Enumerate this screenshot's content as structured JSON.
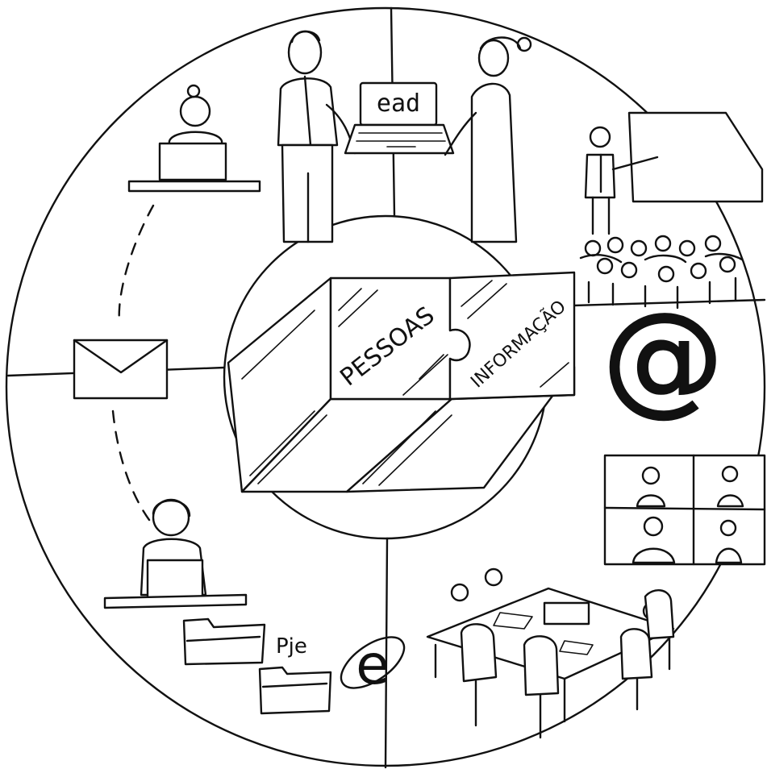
{
  "laptop_label": "ead",
  "puzzle": {
    "left_label": "PESSOAS",
    "right_label": "INFORMAÇÃO"
  },
  "folder_label": "Pje",
  "at_symbol": "@",
  "ie_symbol": "e",
  "line_color": "#111111",
  "background_color": "#ffffff"
}
